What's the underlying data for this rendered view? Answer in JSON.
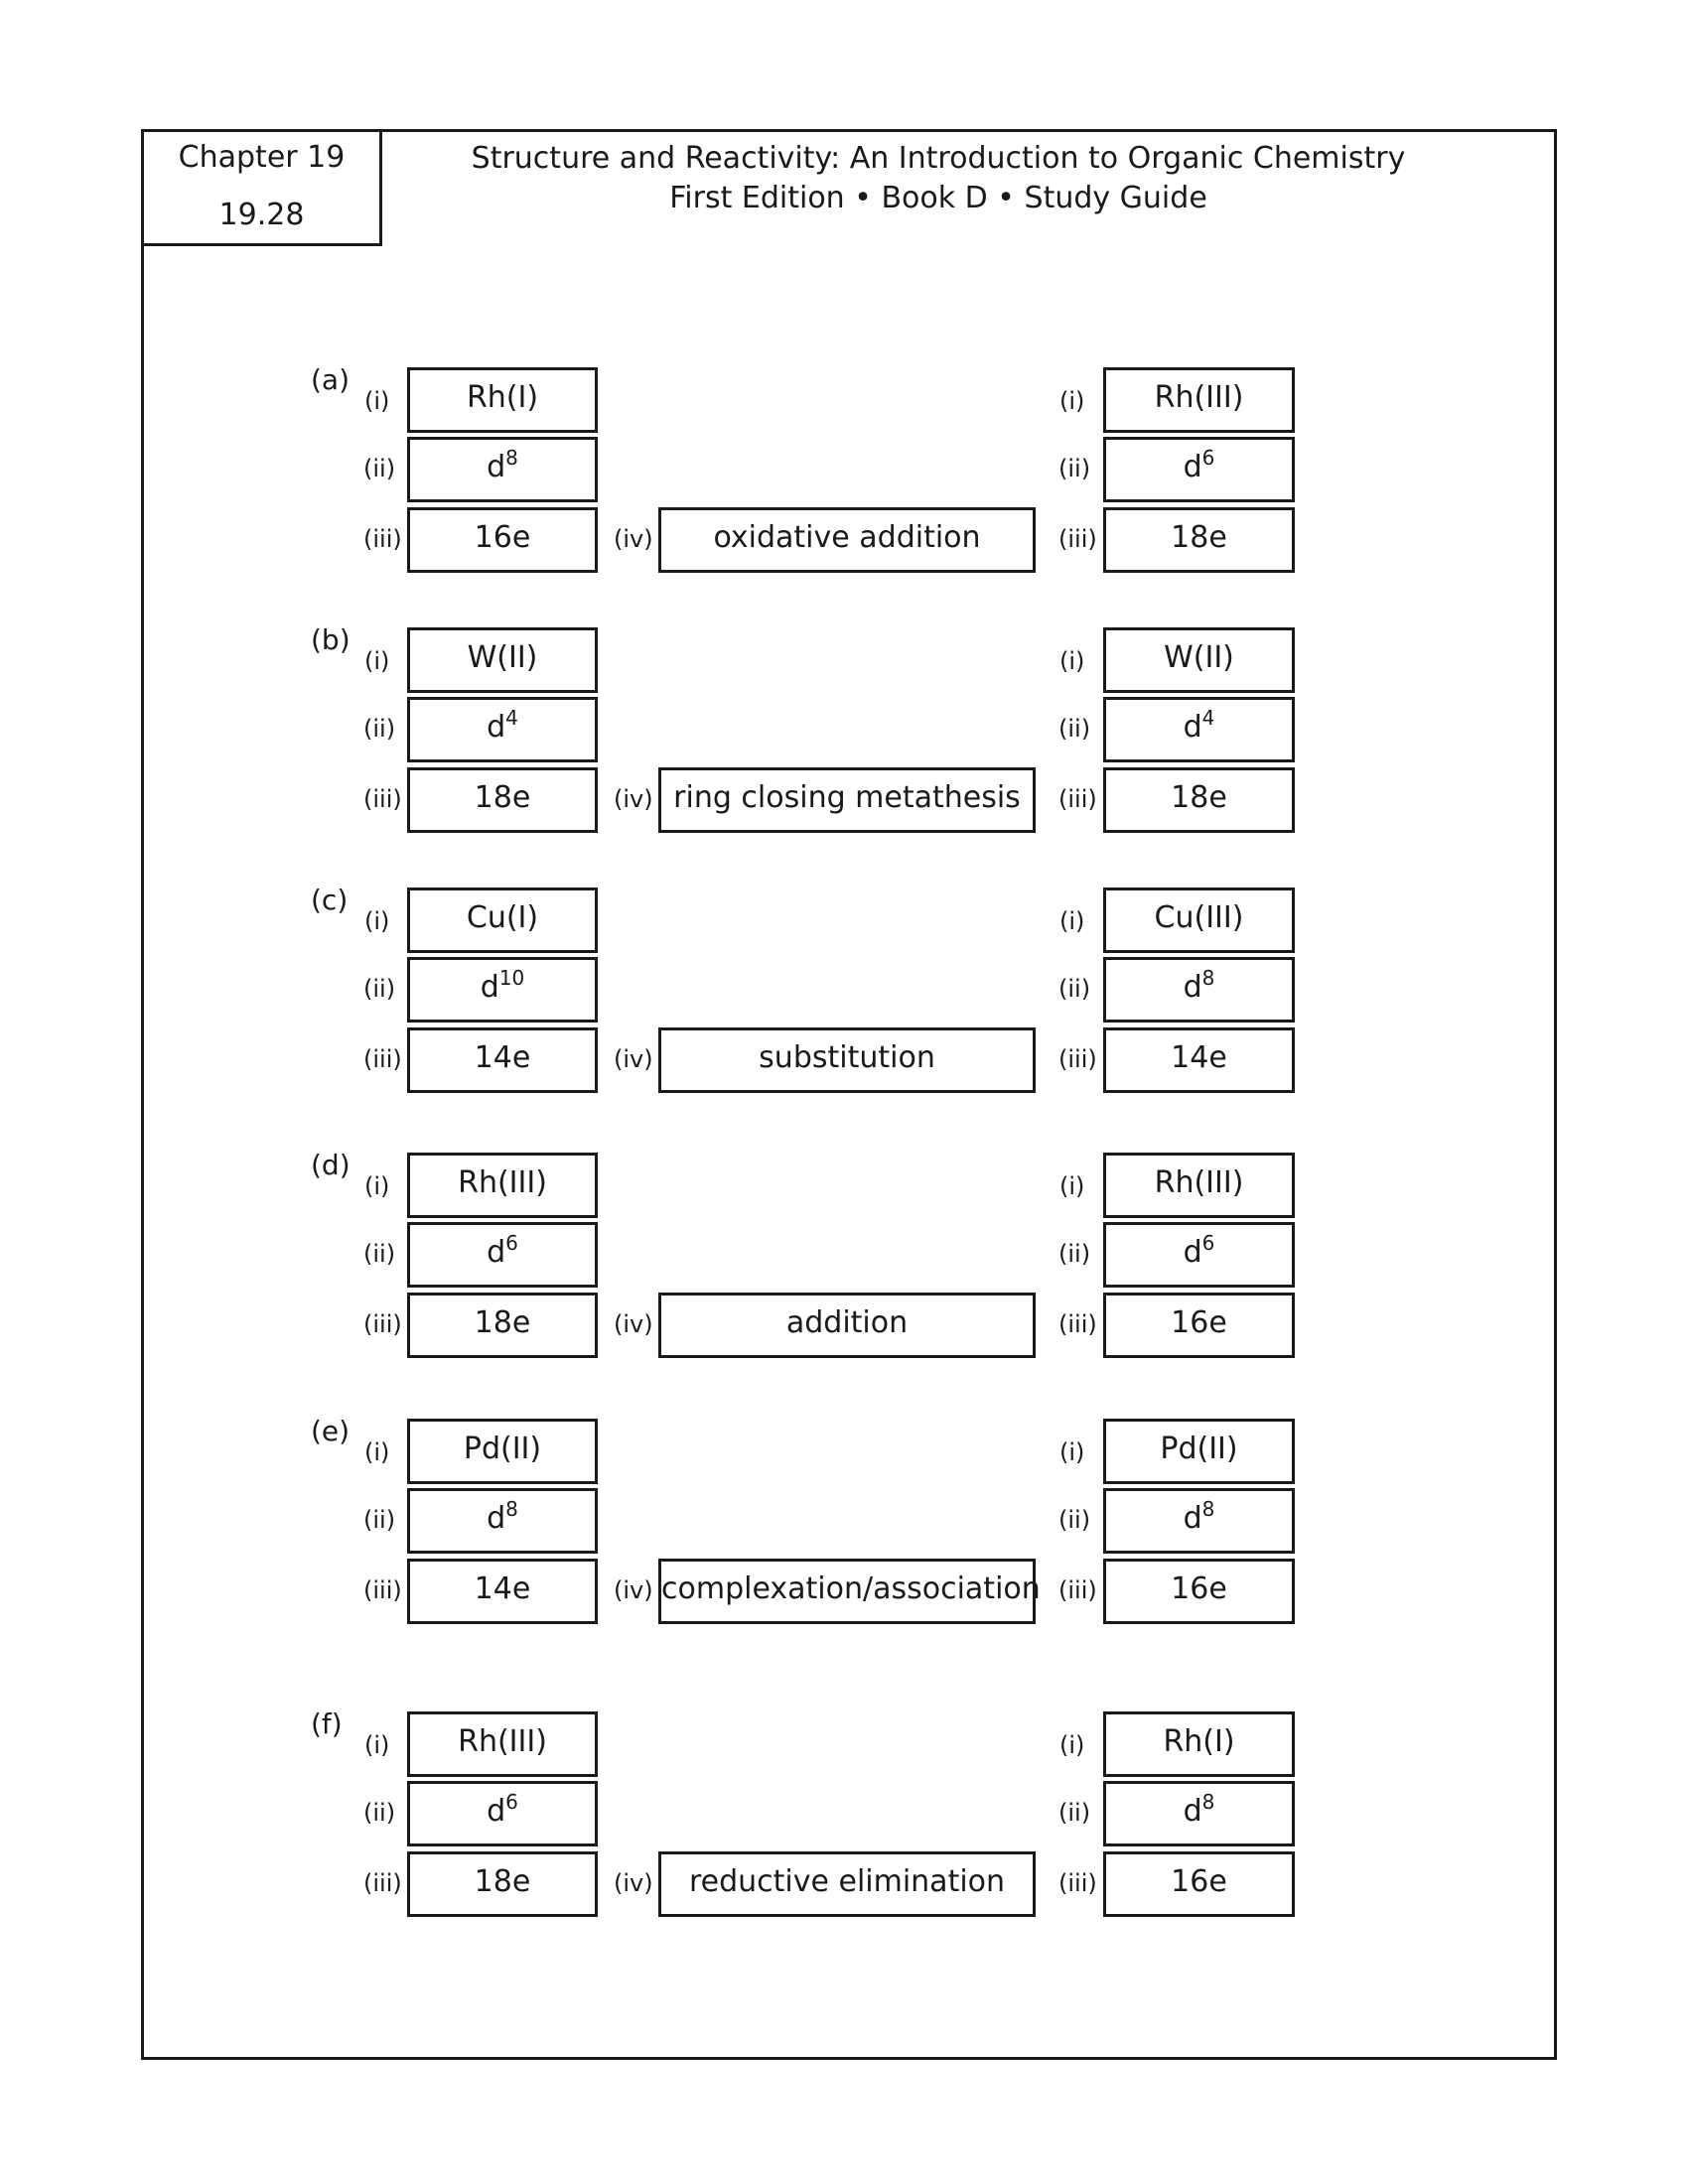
{
  "header": {
    "chapter": "Chapter 19",
    "problem": "19.28",
    "title_line1": "Structure and Reactivity: An Introduction to Organic Chemistry",
    "title_line2": "First Edition • Book D • Study Guide"
  },
  "labels": {
    "i": "(i)",
    "ii": "(ii)",
    "iii": "(iii)",
    "iv": "(iv)"
  },
  "sections": [
    {
      "letter": "(a)",
      "left": {
        "metal": "Rh(I)",
        "d_base": "d",
        "d_count": "8",
        "electrons": "16e"
      },
      "reaction": "oxidative addition",
      "right": {
        "metal": "Rh(III)",
        "d_base": "d",
        "d_count": "6",
        "electrons": "18e"
      }
    },
    {
      "letter": "(b)",
      "left": {
        "metal": "W(II)",
        "d_base": "d",
        "d_count": "4",
        "electrons": "18e"
      },
      "reaction": "ring closing metathesis",
      "right": {
        "metal": "W(II)",
        "d_base": "d",
        "d_count": "4",
        "electrons": "18e"
      }
    },
    {
      "letter": "(c)",
      "left": {
        "metal": "Cu(I)",
        "d_base": "d",
        "d_count": "10",
        "electrons": "14e"
      },
      "reaction": "substitution",
      "right": {
        "metal": "Cu(III)",
        "d_base": "d",
        "d_count": "8",
        "electrons": "14e"
      }
    },
    {
      "letter": "(d)",
      "left": {
        "metal": "Rh(III)",
        "d_base": "d",
        "d_count": "6",
        "electrons": "18e"
      },
      "reaction": "addition",
      "right": {
        "metal": "Rh(III)",
        "d_base": "d",
        "d_count": "6",
        "electrons": "16e"
      }
    },
    {
      "letter": "(e)",
      "left": {
        "metal": "Pd(II)",
        "d_base": "d",
        "d_count": "8",
        "electrons": "14e"
      },
      "reaction": "complexation/association",
      "right": {
        "metal": "Pd(II)",
        "d_base": "d",
        "d_count": "8",
        "electrons": "16e"
      }
    },
    {
      "letter": "(f)",
      "left": {
        "metal": "Rh(III)",
        "d_base": "d",
        "d_count": "6",
        "electrons": "18e"
      },
      "reaction": "reductive elimination",
      "right": {
        "metal": "Rh(I)",
        "d_base": "d",
        "d_count": "8",
        "electrons": "16e"
      }
    }
  ]
}
